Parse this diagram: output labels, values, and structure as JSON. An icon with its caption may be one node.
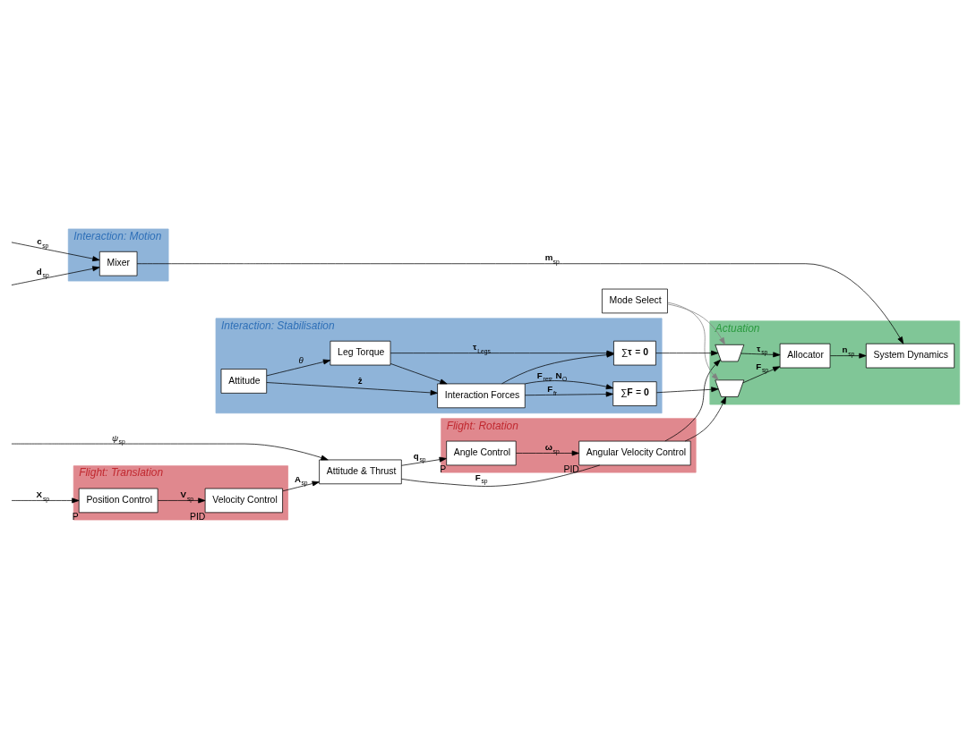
{
  "diagram": {
    "nodes": [
      {
        "text": [
          "Flight: Translation"
        ]
      },
      {
        "text": [
          "Position Control"
        ],
        "in": 0,
        "beside": [
          "P"
        ]
      },
      {
        "text": [
          "Velocity Control"
        ],
        "in": 0,
        "beside": [
          "PID"
        ]
      },
      {
        "text": [
          "Attitude & Thrust"
        ]
      },
      {
        "text": [
          "Flight: Rotation"
        ]
      },
      {
        "text": [
          "Angle Control"
        ],
        "in": 4,
        "beside": [
          "P"
        ]
      },
      {
        "text": [
          "Angular Velocity Control"
        ],
        "in": 4,
        "beside": [
          "PID"
        ]
      },
      {
        "text": [
          "Mode Select"
        ]
      },
      {
        "text": [
          "Interaction: Stabilisation"
        ]
      },
      {
        "text": [
          "Leg Torque"
        ],
        "in": 8
      },
      {
        "text": [
          "Attitude"
        ],
        "in": 8
      },
      {
        "text": [
          "Interaction Forces"
        ],
        "in": 8
      },
      {
        "text": [
          "∑**τ** = **0**"
        ],
        "in": 8
      },
      {
        "text": [
          "∑**F** = **0**"
        ],
        "in": 8
      },
      {
        "text": [
          "Interaction: Motion"
        ]
      },
      {
        "text": [
          "Mixer"
        ],
        "in": 14
      },
      {
        "text": [
          "Actuation"
        ]
      },
      {
        "text": [],
        "shape": "trapezoid",
        "in": 16
      },
      {
        "text": [],
        "shape": "trapezoid",
        "in": 16
      },
      {
        "text": [
          "Allocator"
        ],
        "in": 16
      },
      {
        "text": [
          "System Dynamics"
        ],
        "in": 16
      }
    ],
    "edges": [
      {
        "from": null,
        "to": 1,
        "arrow": "to",
        "label": "**X**$_{sp}$"
      },
      {
        "from": 1,
        "to": 2,
        "arrow": "to",
        "label": "**V**$_{sp}$"
      },
      {
        "from": 2,
        "to": 3,
        "arrow": "to",
        "label": "**A**$_{sp}$"
      },
      {
        "from": null,
        "to": 3,
        "arrow": "to",
        "label": "*ψ*$_{sp}$"
      },
      {
        "from": 3,
        "to": 5,
        "arrow": "to",
        "label": "**q**$_{sp}$"
      },
      {
        "from": 5,
        "to": 6,
        "arrow": "to",
        "label": "**ω**$_{sp}$"
      },
      {
        "from": 3,
        "to": 6,
        "arrow": "none",
        "label": "**F**$_{sp}$"
      },
      {
        "from": 6,
        "to": 17,
        "arrow": "to"
      },
      {
        "from": 6,
        "to": 18,
        "arrow": "to"
      },
      {
        "from": 7,
        "to": 17,
        "arrow": "to",
        "color": "#808080"
      },
      {
        "from": 7,
        "to": 18,
        "arrow": "to",
        "color": "#808080"
      },
      {
        "from": 10,
        "to": 9,
        "arrow": "to",
        "label": "*θ*"
      },
      {
        "from": 9,
        "to": 12,
        "arrow": "to",
        "label": "**τ**$_{Legs}$"
      },
      {
        "from": 9,
        "to": 11,
        "arrow": "to"
      },
      {
        "from": 10,
        "to": 11,
        "arrow": "to",
        "label": "**ẑ**"
      },
      {
        "from": 11,
        "to": 12,
        "arrow": "to"
      },
      {
        "from": 11,
        "to": 13,
        "arrow": "to",
        "label": "**F**$_{fr}$"
      },
      {
        "from": 11,
        "to": 13,
        "arrow": "to",
        "label": "**F**$_{res}$, **N**$_{O}$"
      },
      {
        "from": 12,
        "to": 17,
        "arrow": "to"
      },
      {
        "from": 13,
        "to": 18,
        "arrow": "to"
      },
      {
        "from": 18,
        "to": 19,
        "arrow": "to",
        "label": "**F**$_{sp}$"
      },
      {
        "from": 17,
        "to": 19,
        "arrow": "to",
        "label": "**τ**$_{sp}$"
      },
      {
        "from": 19,
        "to": 20,
        "arrow": "to",
        "label": "**n**$_{sp}$"
      },
      {
        "from": null,
        "to": 15,
        "arrow": "to",
        "label": "**c**$_{sp}$"
      },
      {
        "from": null,
        "to": 15,
        "arrow": "to",
        "label": "**d**$_{sp}$"
      },
      {
        "from": 15,
        "to": 20,
        "arrow": "to",
        "label": "**m**$_{sp}$"
      }
    ]
  }
}
